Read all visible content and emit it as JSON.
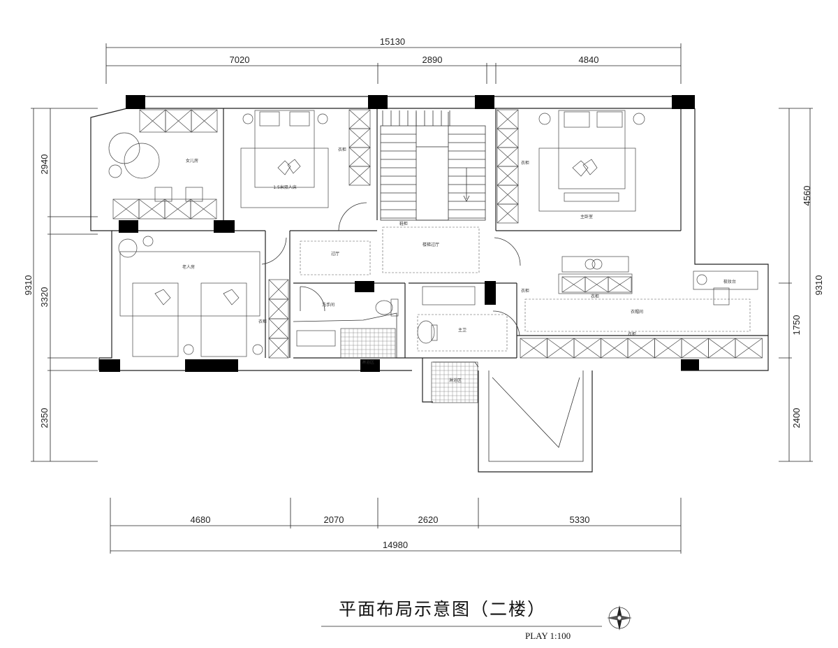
{
  "title": "平面布局示意图（二楼）",
  "scale": "PLAY 1:100",
  "dimensions": {
    "top_total": "15130",
    "top_segments": [
      "7020",
      "2890",
      "4840"
    ],
    "bottom_segments": [
      "4680",
      "2070",
      "2620",
      "5330"
    ],
    "bottom_total": "14980",
    "left_total": "9310",
    "left_segments": [
      "2940",
      "3320",
      "2350"
    ],
    "right_total": "9310",
    "right_segments": [
      "4560",
      "1750",
      "2400"
    ]
  },
  "rooms": {
    "daughter_room": "女儿房",
    "daughter_bed": "1.5米双人床",
    "elder_room": "老人房",
    "corridor": "过厅",
    "stair_hall": "楼梯过厅",
    "washroom": "洗手间",
    "master_bath": "主卫",
    "master_room": "主卧室",
    "walkin_closet": "衣帽间",
    "dresser": "梳妆台",
    "wardrobe": "衣柜",
    "shoe_cabinet": "鞋柜",
    "shower": "淋浴区"
  },
  "colors": {
    "line": "#222222",
    "column": "#000000",
    "background": "#ffffff"
  }
}
